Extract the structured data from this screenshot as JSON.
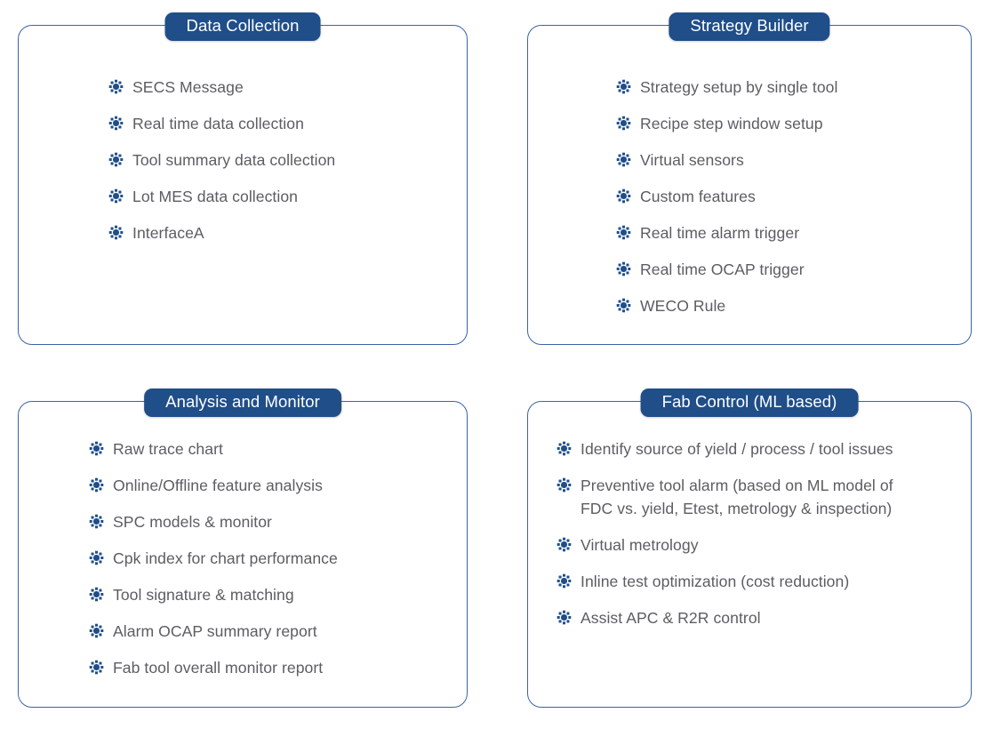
{
  "theme": {
    "badge_bg": "#1f4e89",
    "badge_text": "#ffffff",
    "card_border": "#3c63a4",
    "bullet_color": "#1f4e89",
    "item_text": "#5c5d60",
    "page_bg": "#ffffff"
  },
  "bullet_icon": "radiating-dot-icon",
  "panels": [
    {
      "id": "data-collection",
      "title": "Data Collection",
      "position": "top-left",
      "items": [
        {
          "label": "SECS Message"
        },
        {
          "label": "Real time data collection"
        },
        {
          "label": "Tool summary data collection"
        },
        {
          "label": "Lot MES data collection"
        },
        {
          "label": "InterfaceA"
        }
      ]
    },
    {
      "id": "strategy-builder",
      "title": "Strategy Builder",
      "position": "top-right",
      "items": [
        {
          "label": "Strategy setup by single tool"
        },
        {
          "label": "Recipe step window setup"
        },
        {
          "label": "Virtual sensors"
        },
        {
          "label": "Custom features"
        },
        {
          "label": "Real time alarm trigger"
        },
        {
          "label": "Real time OCAP trigger"
        },
        {
          "label": "WECO Rule"
        }
      ]
    },
    {
      "id": "analysis-and-monitor",
      "title": "Analysis and Monitor",
      "position": "bottom-left",
      "items": [
        {
          "label": "Raw trace chart"
        },
        {
          "label": "Online/Offline feature analysis"
        },
        {
          "label": "SPC models & monitor"
        },
        {
          "label": "Cpk index for chart performance"
        },
        {
          "label": "Tool signature & matching"
        },
        {
          "label": "Alarm OCAP summary report"
        },
        {
          "label": "Fab tool overall monitor report"
        }
      ]
    },
    {
      "id": "fab-control-ml-based",
      "title": "Fab Control (ML based)",
      "position": "bottom-right",
      "items": [
        {
          "label": "Identify source of yield / process / tool issues"
        },
        {
          "label": "Preventive tool alarm (based on ML model of",
          "continuation": "FDC vs. yield, Etest, metrology & inspection)"
        },
        {
          "label": "Virtual metrology"
        },
        {
          "label": "Inline test optimization (cost reduction)"
        },
        {
          "label": "Assist APC & R2R control"
        }
      ]
    }
  ]
}
